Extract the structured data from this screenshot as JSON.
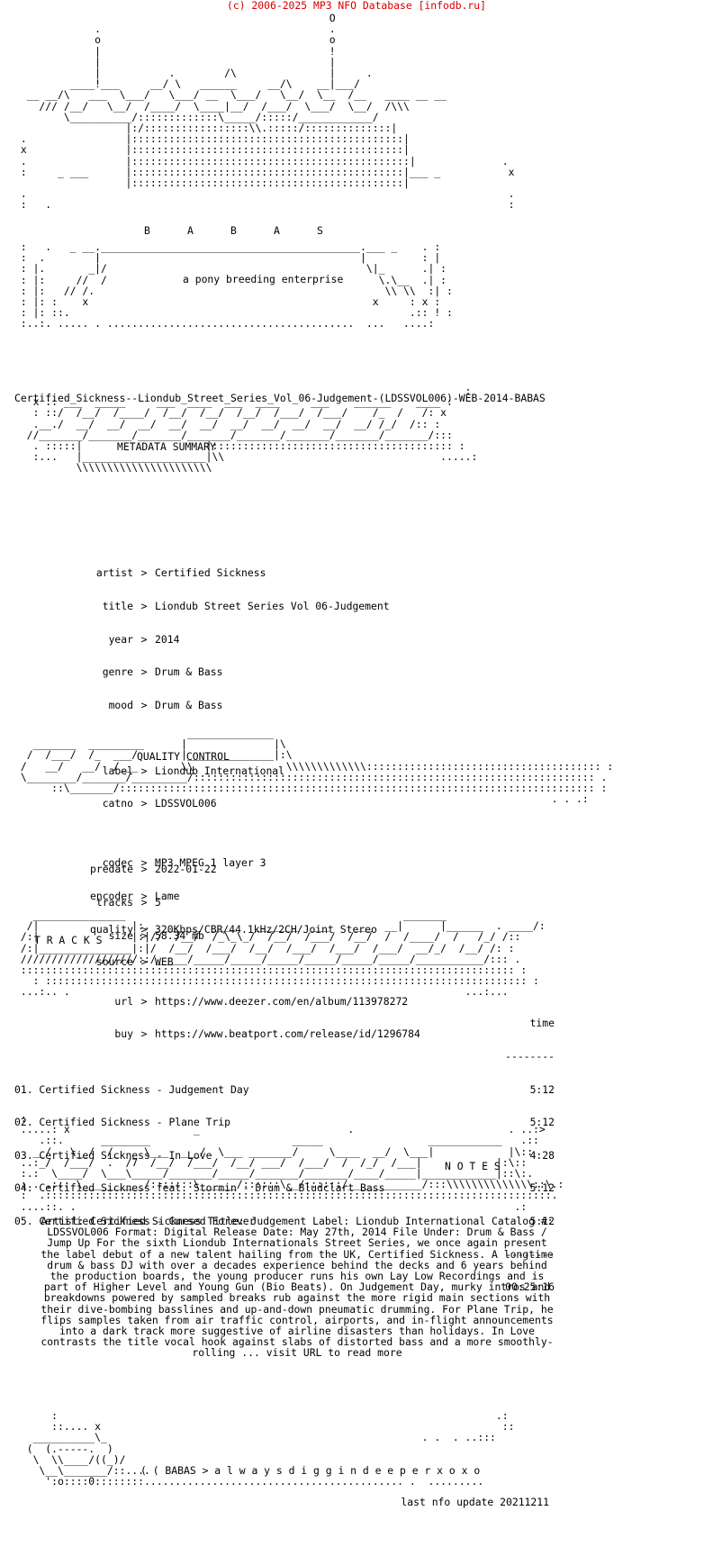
{
  "header": {
    "copyright": "(c) 2006-2025 MP3 NFO Database [infodb.ru]"
  },
  "logo": {
    "group_letters": "B      A      B      A      S",
    "tagline": "a pony breeding enterprise"
  },
  "release_name": "Certified_Sickness--Liondub_Street_Series_Vol_06-Judgement-(LDSSVOL006)-WEB-2014-BABAS",
  "sections": {
    "metadata_title": "METADATA SUMMARY",
    "quality_title": "QUALITY CONTROL",
    "tracks_title": "T R A C K S",
    "notes_title": "N O T E S"
  },
  "metadata": [
    {
      "label": "artist",
      "value": "Certified Sickness"
    },
    {
      "label": "title",
      "value": "Liondub Street Series Vol 06-Judgement"
    },
    {
      "label": "year",
      "value": "2014"
    },
    {
      "label": "genre",
      "value": "Drum & Bass"
    },
    {
      "label": "mood",
      "value": "Drum & Bass"
    },
    {
      "label": "label",
      "value": "Liondub International"
    },
    {
      "label": "catno",
      "value": "LDSSVOL006"
    },
    {
      "label": "predate",
      "value": "2022-01-22"
    },
    {
      "label": "tracks",
      "value": "5"
    },
    {
      "label": "size",
      "value": "58.34 mb"
    },
    {
      "label": "url",
      "value": "https://www.deezer.com/en/album/113978272"
    },
    {
      "label": "buy",
      "value": "https://www.beatport.com/release/id/1296784"
    }
  ],
  "quality": [
    {
      "label": "codec",
      "value": "MP3 MPEG 1 layer 3"
    },
    {
      "label": "encoder",
      "value": "Lame"
    },
    {
      "label": "quality",
      "value": "320Kbps/CBR/44.1kHz/2CH/Joint Stereo"
    },
    {
      "label": "source",
      "value": "WEB"
    }
  ],
  "tracks": {
    "time_header": "time",
    "rule": "--------",
    "items": [
      {
        "title": "01. Certified Sickness - Judgement Day",
        "time": "5:12"
      },
      {
        "title": "02. Certified Sickness - Plane Trip",
        "time": "5:12"
      },
      {
        "title": "03. Certified Sickness - In Love",
        "time": "4:28"
      },
      {
        "title": "04. Certified Sickness feat. Stormin - Drum & Bludclart Bass",
        "time": "5:12"
      },
      {
        "title": "05. Certified Sickness - Cursed Forever",
        "time": "5:12"
      }
    ],
    "total": "00:25:16"
  },
  "notes_text": "Artist: Certified Sickness Title: Judgement Label: Liondub International Catalog #: LDSSVOL006 Format: Digital  Release Date: May 27th, 2014 File Under: Drum & Bass / Jump Up  For the sixth Liondub Internationals Street Series, we once again present the label debut of a new talent hailing from the UK, Certified Sickness. A longtime drum & bass DJ with over a decades experience behind the decks and 6 years behind the production boards, the young producer runs his own Lay Low Recordings and is part of Higher Level and Young Gun (Bio Beats). On Judgement Day, murky intros and breakdowns powered by sampled breaks rub against the more rigid main sections with their dive-bombing basslines and up-and-down pneumatic drumming. For Plane Trip, he flips samples taken from air traffic control, airports, and in-flight announcements into a dark track more suggestive of airline disasters than holidays. In Love contrasts the title vocal hook against slabs of distorted bass and a more smoothly-rolling  ... visit URL to read more",
  "footer": {
    "motto": "( ( BABAS > a l w a y s d i g g i n d e e p e r x o x o",
    "last_update": "last nfo update 20211211"
  }
}
